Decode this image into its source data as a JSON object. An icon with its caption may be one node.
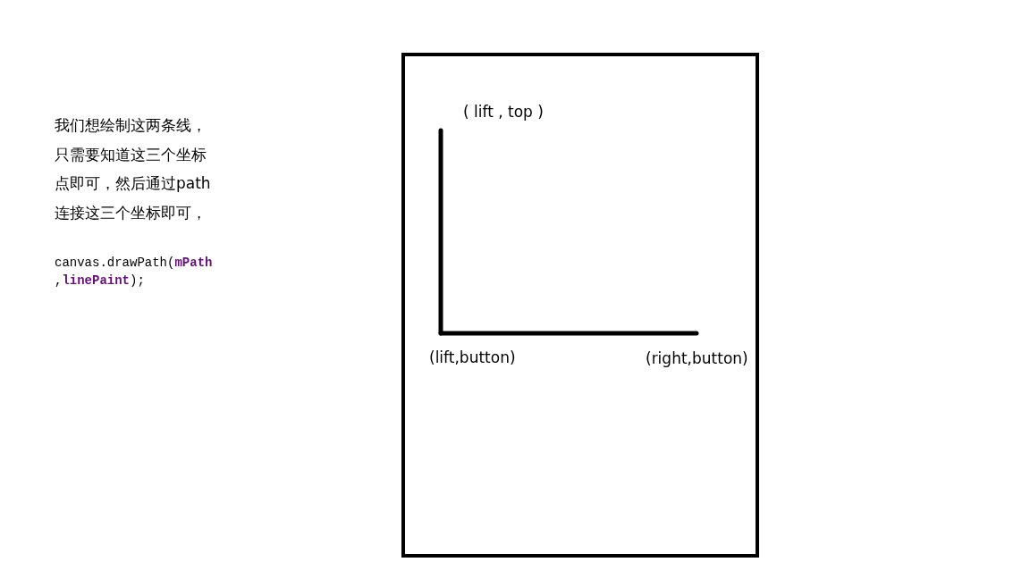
{
  "diagram": {
    "nodes": [
      {
        "text": [],
        "shape": "box"
      },
      {
        "text": [
          "( lift , top )"
        ],
        "in": 0
      },
      {
        "text": [
          "(lift,button)"
        ],
        "in": 0
      },
      {
        "text": [
          "(right,button)"
        ],
        "in": 0
      }
    ],
    "edges": [
      {
        "from": 1,
        "to": 2,
        "arrow": "none"
      },
      {
        "from": 2,
        "to": 3,
        "arrow": "none"
      }
    ],
    "labels": [
      "我们想绘制这两条线，只需要知道这三个坐标点即可，然后通过path连接这三个坐标即可，",
      "canvas.drawPath(**mPath** ,**linePaint**);"
    ]
  }
}
